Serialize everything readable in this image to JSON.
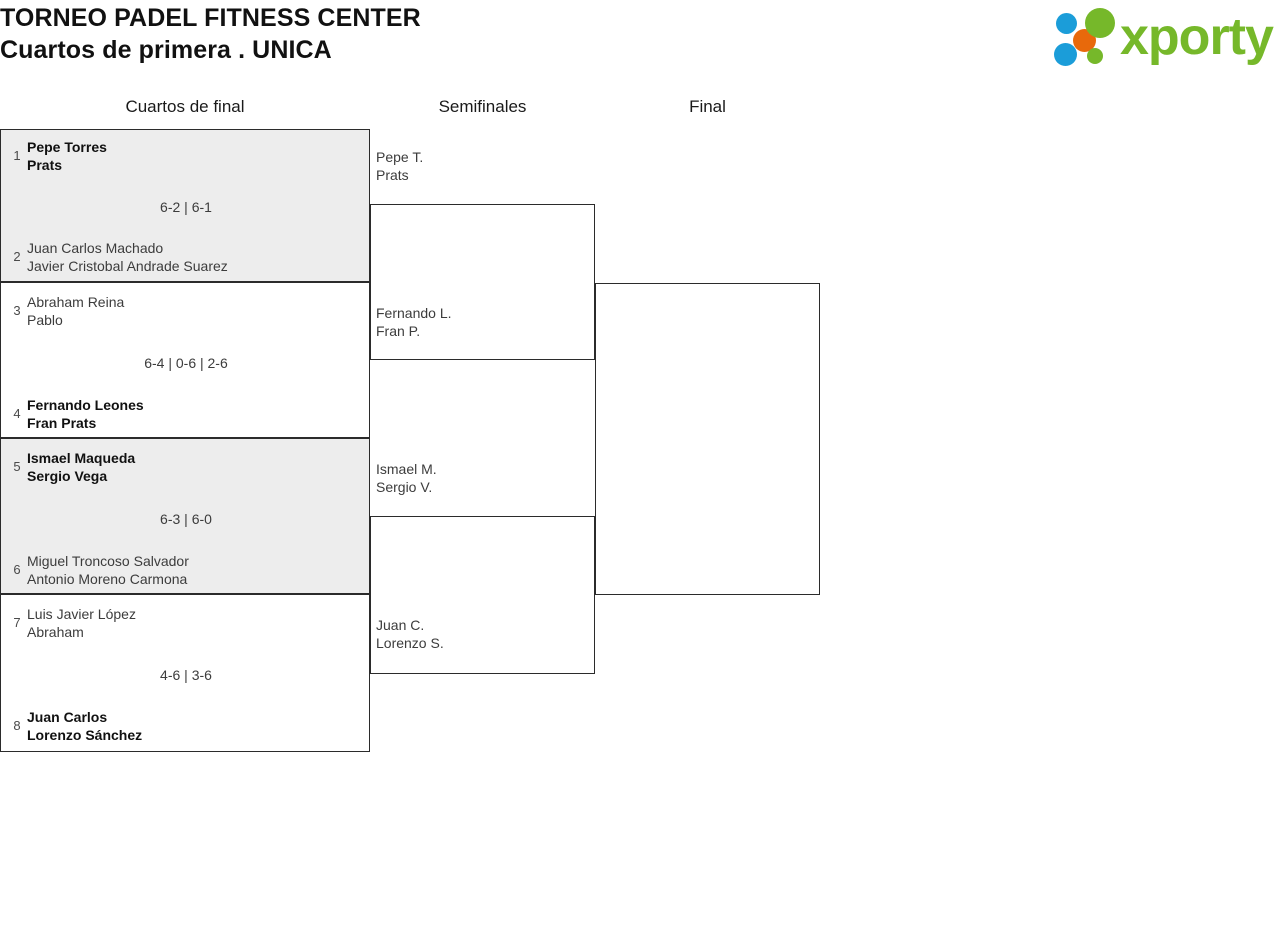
{
  "header": {
    "tournament_title": "TORNEO PADEL FITNESS CENTER",
    "category_line": "Cuartos de primera . UNICA"
  },
  "logo": {
    "wordmark": "xporty",
    "colors": {
      "green": "#76b82a",
      "blue": "#1b9dd9",
      "orange": "#e8690b"
    },
    "dots": [
      {
        "name": "blue-dot-top",
        "color": "#1b9dd9"
      },
      {
        "name": "orange-dot",
        "color": "#e8690b"
      },
      {
        "name": "green-dot-large",
        "color": "#76b82a"
      },
      {
        "name": "blue-dot-bottom",
        "color": "#1b9dd9"
      },
      {
        "name": "green-dot-small",
        "color": "#76b82a"
      }
    ]
  },
  "rounds": [
    {
      "label": "Cuartos de final"
    },
    {
      "label": "Semifinales"
    },
    {
      "label": "Final"
    }
  ],
  "bracket": {
    "quarterfinals": [
      {
        "shaded": true,
        "score": "6-2 | 6-1",
        "top": {
          "seed": "1",
          "player1": "Pepe Torres",
          "player2": "Prats",
          "winner": true
        },
        "bottom": {
          "seed": "2",
          "player1": "Juan Carlos Machado",
          "player2": "Javier Cristobal Andrade Suarez",
          "winner": false
        }
      },
      {
        "shaded": false,
        "score": "6-4 | 0-6 | 2-6",
        "top": {
          "seed": "3",
          "player1": "Abraham Reina",
          "player2": "Pablo",
          "winner": false
        },
        "bottom": {
          "seed": "4",
          "player1": "Fernando Leones",
          "player2": "Fran Prats",
          "winner": true
        }
      },
      {
        "shaded": true,
        "score": "6-3 | 6-0",
        "top": {
          "seed": "5",
          "player1": "Ismael Maqueda",
          "player2": "Sergio Vega",
          "winner": true
        },
        "bottom": {
          "seed": "6",
          "player1": "Miguel Troncoso Salvador",
          "player2": "Antonio Moreno Carmona",
          "winner": false
        }
      },
      {
        "shaded": false,
        "score": "4-6 | 3-6",
        "top": {
          "seed": "7",
          "player1": "Luis Javier López",
          "player2": "Abraham",
          "winner": false
        },
        "bottom": {
          "seed": "8",
          "player1": "Juan Carlos",
          "player2": "Lorenzo Sánchez",
          "winner": true
        }
      }
    ],
    "semifinals": [
      {
        "player1": "Pepe T.",
        "player2": "Prats"
      },
      {
        "player1": "Fernando L.",
        "player2": "Fran P."
      },
      {
        "player1": "Ismael M.",
        "player2": "Sergio V."
      },
      {
        "player1": "Juan C.",
        "player2": "Lorenzo S."
      }
    ],
    "final": []
  }
}
